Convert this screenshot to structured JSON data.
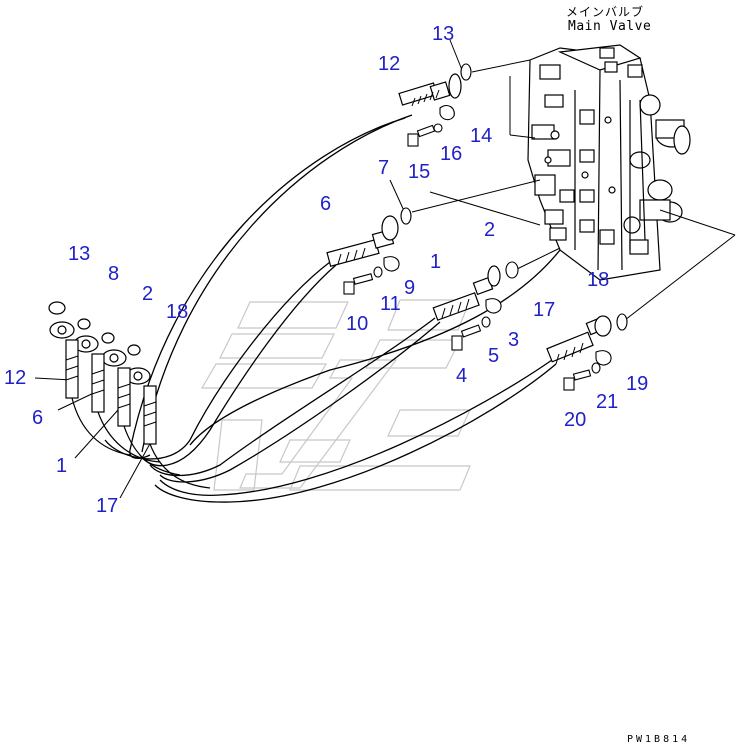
{
  "title": {
    "japanese": "メインバルブ",
    "english": "Main Valve"
  },
  "drawing_code": "PW1B814",
  "callouts": [
    {
      "id": "c13a",
      "text": "13"
    },
    {
      "id": "c12a",
      "text": "12"
    },
    {
      "id": "c14",
      "text": "14"
    },
    {
      "id": "c16",
      "text": "16"
    },
    {
      "id": "c15",
      "text": "15"
    },
    {
      "id": "c7",
      "text": "7"
    },
    {
      "id": "c6a",
      "text": "6"
    },
    {
      "id": "c2a",
      "text": "2"
    },
    {
      "id": "c1a",
      "text": "1"
    },
    {
      "id": "c9",
      "text": "9"
    },
    {
      "id": "c11",
      "text": "11"
    },
    {
      "id": "c10",
      "text": "10"
    },
    {
      "id": "c17a",
      "text": "17"
    },
    {
      "id": "c18a",
      "text": "18"
    },
    {
      "id": "c3",
      "text": "3"
    },
    {
      "id": "c5",
      "text": "5"
    },
    {
      "id": "c4",
      "text": "4"
    },
    {
      "id": "c19",
      "text": "19"
    },
    {
      "id": "c21",
      "text": "21"
    },
    {
      "id": "c20",
      "text": "20"
    },
    {
      "id": "c13b",
      "text": "13"
    },
    {
      "id": "c8",
      "text": "8"
    },
    {
      "id": "c2b",
      "text": "2"
    },
    {
      "id": "c18b",
      "text": "18"
    },
    {
      "id": "c12b",
      "text": "12"
    },
    {
      "id": "c6b",
      "text": "6"
    },
    {
      "id": "c1b",
      "text": "1"
    },
    {
      "id": "c17b",
      "text": "17"
    }
  ]
}
